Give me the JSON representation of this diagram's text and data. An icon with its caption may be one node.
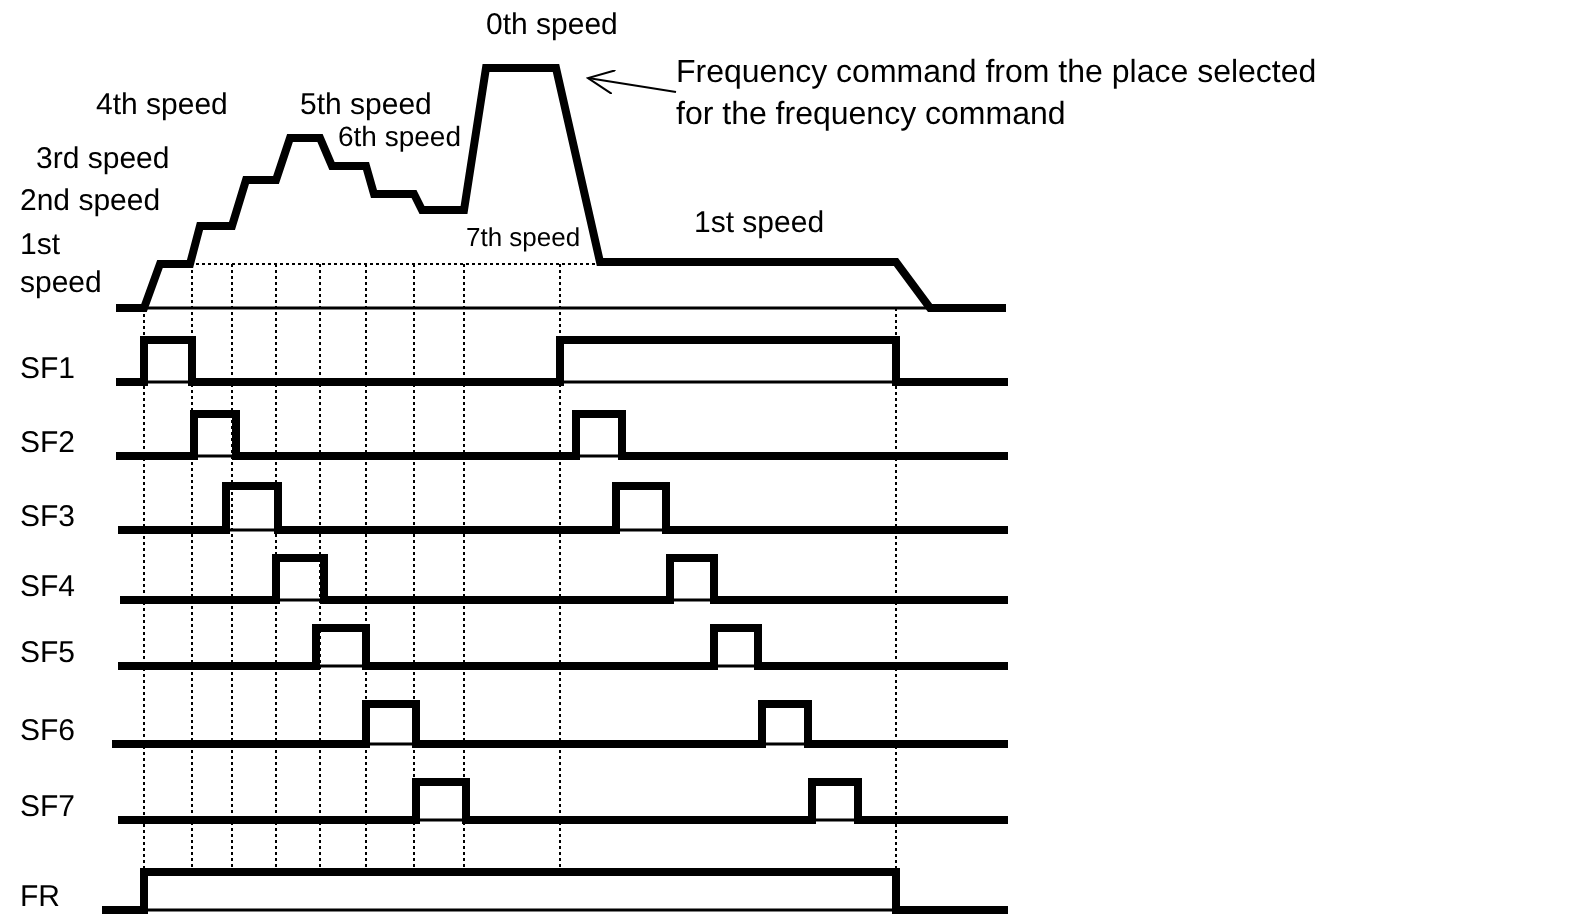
{
  "diagram": {
    "nodes": [
      {
        "text": [
          "Frequency command from the place selected for the frequency command"
        ]
      },
      {
        "text": [],
        "shape": "picture"
      }
    ],
    "edges": [
      {
        "from": 0,
        "to": 1,
        "arrow": "to"
      }
    ],
    "labels": [
      "0th speed",
      "4th speed",
      "5th speed",
      "3rd speed",
      "6th speed",
      "2nd speed",
      "1st speed",
      "7th speed",
      "1st speed",
      "SF1",
      "SF2",
      "SF3",
      "SF4",
      "SF5",
      "SF6",
      "SF7",
      "FR"
    ]
  }
}
